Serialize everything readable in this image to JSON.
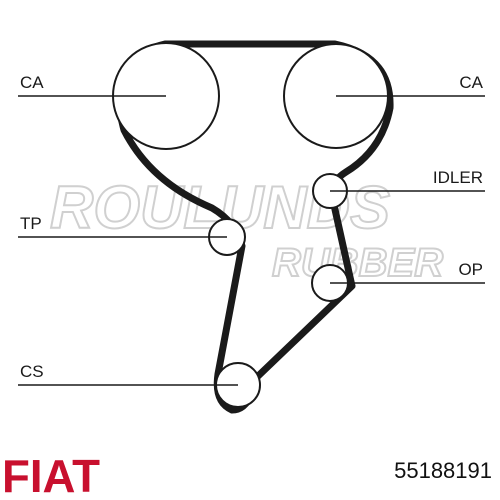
{
  "watermark": {
    "line1": "ROULUNDS",
    "line2": "RUBBER"
  },
  "labels": {
    "ca_left": "CA",
    "ca_right": "CA",
    "idler": "IDLER",
    "tp": "TP",
    "op": "OP",
    "cs": "CS"
  },
  "brand": {
    "logo": "FIAT",
    "color": "#c8102e"
  },
  "part_number": "55188191"
}
